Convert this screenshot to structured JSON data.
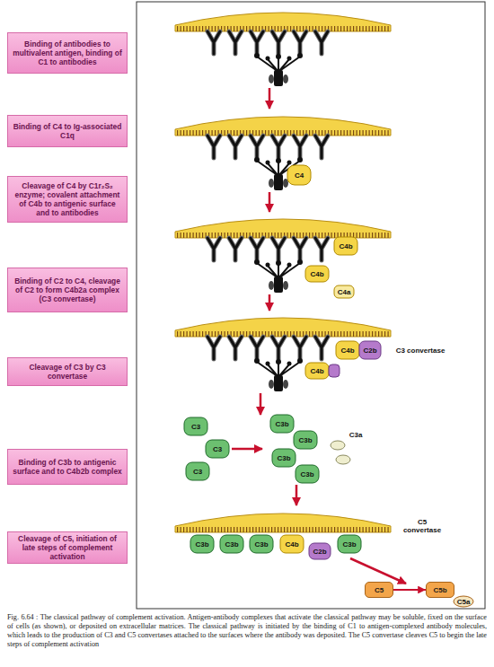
{
  "diagram": {
    "caption": "Fig. 6.64 : The classical pathway of complement activation. Antigen-antibody complexes that activate the classical pathway may be soluble, fixed on the surface of cells (as shown), or deposited on extracellular matrices. The classical pathway is initiated by the binding of C1 to antigen-complexed antibody molecules, which leads to the production of C3 and C5 convertases attached to the surfaces where the antibody was deposited. The C5 convertase cleaves C5 to begin the late steps of complement activation",
    "nodes": [
      {
        "text": [
          "Binding of antibodies to multivalent antigen, binding of C1 to antibodies"
        ]
      },
      {
        "text": [
          "Binding of C4 to Ig-associated C1q"
        ]
      },
      {
        "text": [
          "Cleavage of C4 by C1r₂S₂ enzyme; covalent attachment of C4b to antigenic surface and to antibodies"
        ]
      },
      {
        "text": [
          "Binding of C2 to C4, cleavage of C2 to form C4b2a complex (C3 convertase)"
        ]
      },
      {
        "text": [
          "Cleavage of C3 by C3 convertase"
        ]
      },
      {
        "text": [
          "Binding of C3b to antigenic surface and to C4b2b complex"
        ]
      },
      {
        "text": [
          "Cleavage of C5, initiation of late steps of complement activation"
        ]
      },
      {
        "text": [
          "C5"
        ]
      },
      {
        "text": [
          "C5b"
        ]
      }
    ],
    "edges": [
      {
        "from": 7,
        "to": 8,
        "arrow": "to"
      }
    ],
    "labels": [
      "C4",
      "C4b",
      "C4b",
      "C4a",
      "C2b",
      "C4b",
      "C3 convertase",
      "C4b",
      "C3",
      "C3",
      "C3",
      "C3b",
      "C3b",
      "C3b",
      "C3b",
      "C3a",
      "C5 convertase",
      "C3b",
      "C3b",
      "C3b",
      "C4b",
      "C3b",
      "C2b",
      "C5a"
    ]
  }
}
